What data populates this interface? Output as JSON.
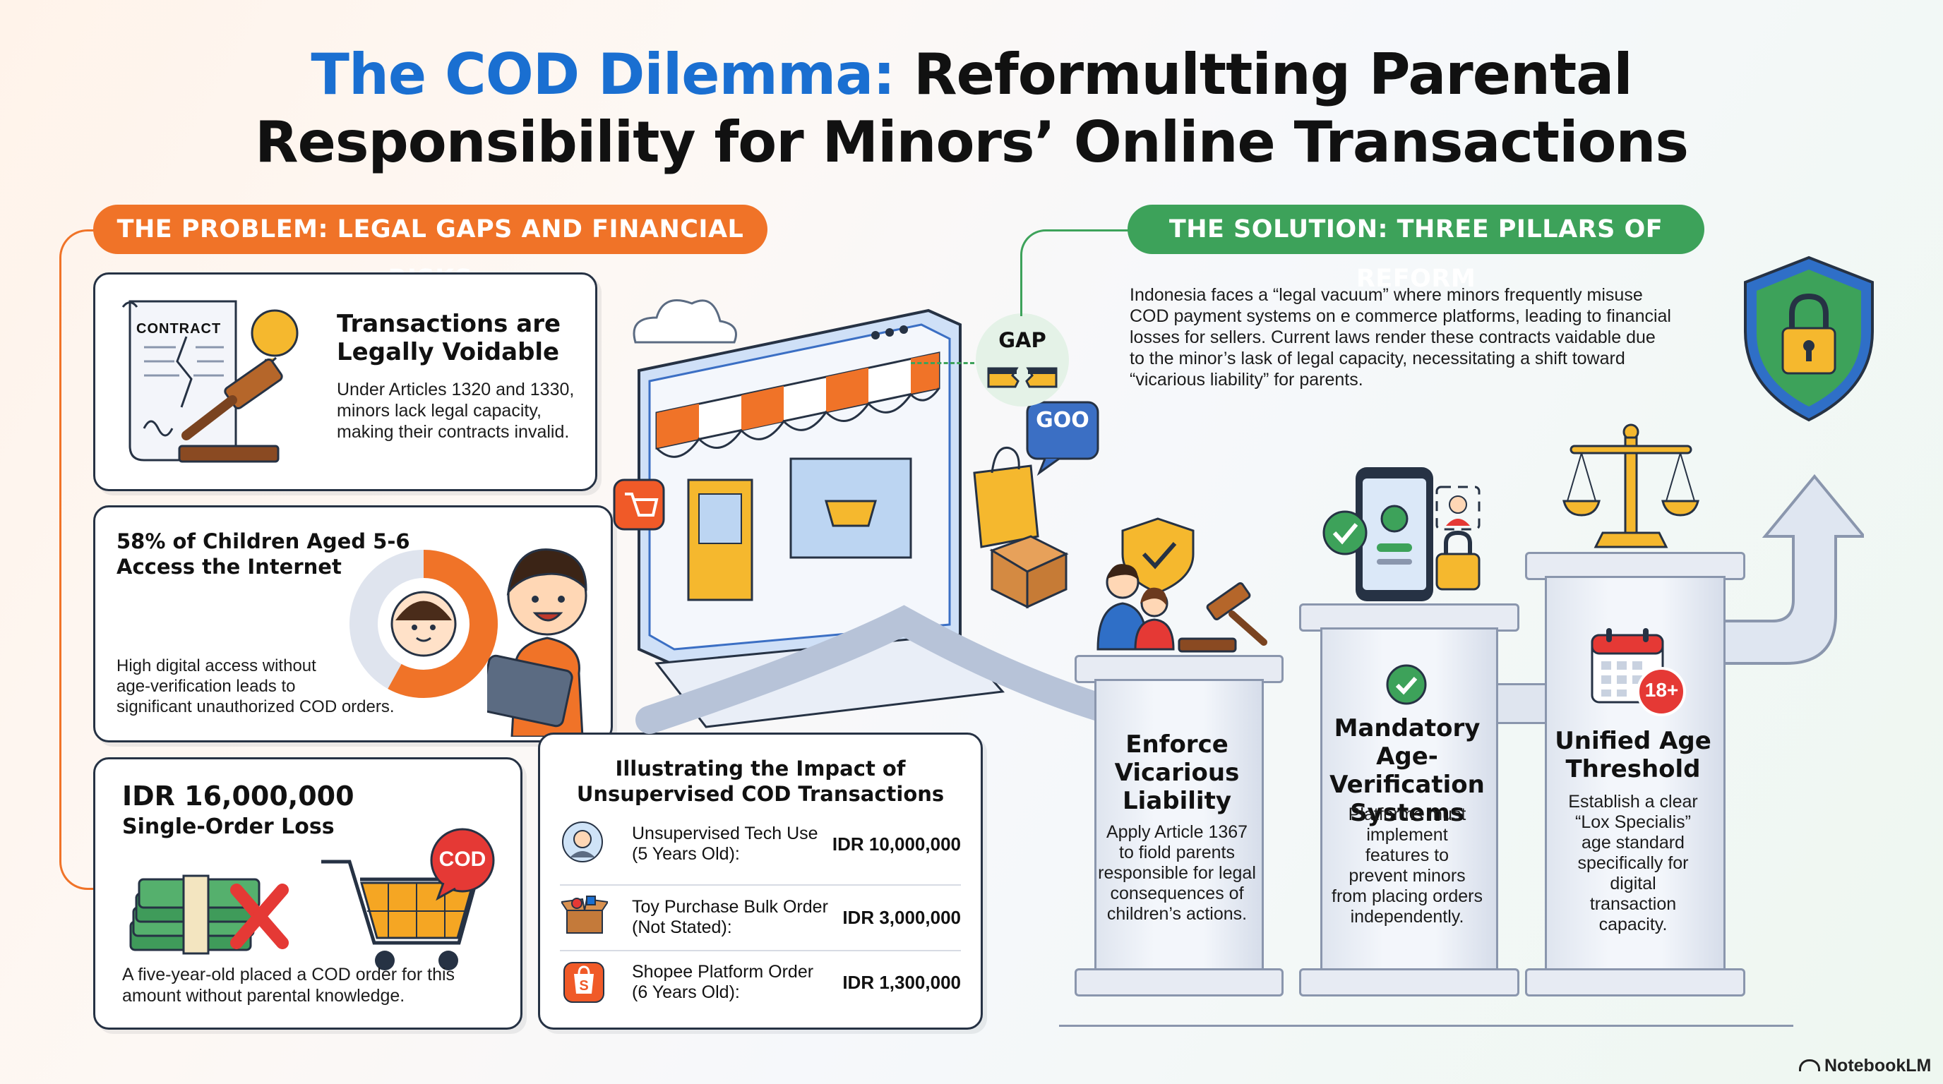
{
  "title": {
    "highlight": "The COD Dilemma:",
    "line1_rest": " Reformultting Parental",
    "line2": "Responsibility for Minors’ Online Transactions"
  },
  "problem": {
    "pill": "THE PROBLEM: LEGAL GAPS AND FINANCIAL RISKS",
    "card1": {
      "contract_label": "CONTRACT",
      "title_line1": "Transactions are",
      "title_line2": "Legally Voidable",
      "body_line1": "Under Articles 1320 and 1330,",
      "body_line2": "minors lack legal capacity,",
      "body_line3": "making their contracts invalid."
    },
    "card2": {
      "title_line1": "58% of Children Aged 5-6",
      "title_line2": "Access the Internet",
      "donut_percent": 58,
      "body_line1": "High digital access without",
      "body_line2": "age-verification leads to",
      "body_line3": "significant unauthorized COD orders."
    },
    "card3": {
      "amount": "IDR 16,000,000",
      "subtitle": "Single-Order Loss",
      "cod_badge": "COD",
      "body_line1": "A five-year-old placed a COD order for this",
      "body_line2": "amount without parental knowledge."
    }
  },
  "impact": {
    "title_line1": "Illustrating the Impact of",
    "title_line2": "Unsupervised COD Transactions",
    "rows": [
      {
        "label_line1": "Unsupervised Tech Use",
        "label_line2": "(5 Years Old):",
        "value": "IDR 10,000,000",
        "icon": "child-avatar-icon"
      },
      {
        "label_line1": "Toy Purchase Bulk Order",
        "label_line2": "(Not Stated):",
        "value": "IDR 3,000,000",
        "icon": "toy-box-icon"
      },
      {
        "label_line1": "Shopee Platform Order",
        "label_line2": "(6 Years Old):",
        "value": "IDR 1,300,000",
        "icon": "shopee-bag-icon"
      }
    ]
  },
  "store": {
    "gap_label": "GAP",
    "bubble_label": "GOO"
  },
  "solution": {
    "pill": "THE SOLUTION: THREE PILLARS OF REFORM",
    "intro_line1": "Indonesia faces a “legal vacuum” where minors frequently misuse",
    "intro_line2": "COD payment systems on e commerce platforms, leading to financial",
    "intro_line3": "losses for sellers. Current laws render these contracts vaidable due",
    "intro_line4": "to the minor’s lask of legal capacity, necessitating a shift toward",
    "intro_line5": "“vicarious liability” for parents.",
    "pillars": [
      {
        "title_line1": "Enforce",
        "title_line2": "Vicarious",
        "title_line3": "Liability",
        "body": [
          "Apply Article 1367",
          "to fiold parents",
          "responsible for legal",
          "consequences of",
          "children’s actions."
        ]
      },
      {
        "title_line1": "Mandatory",
        "title_line2": "Age-Verification",
        "title_line3": "Systems",
        "body": [
          "Platforms must",
          "implement",
          "features to",
          "prevent minors",
          "from placing orders",
          "independently."
        ]
      },
      {
        "title_line1": "Unified Age",
        "title_line2": "Threshold",
        "title_line3": "",
        "badge": "18+",
        "body": [
          "Establish a clear",
          "“Lox Specialis”",
          "age standard",
          "specifically for",
          "digital",
          "transaction",
          "capacity."
        ]
      }
    ]
  },
  "footer": {
    "brand": "NotebookLM"
  },
  "colors": {
    "accent_blue": "#1a6fd1",
    "problem_orange": "#f07328",
    "solution_green": "#3da25a",
    "loss_red": "#e53935"
  }
}
